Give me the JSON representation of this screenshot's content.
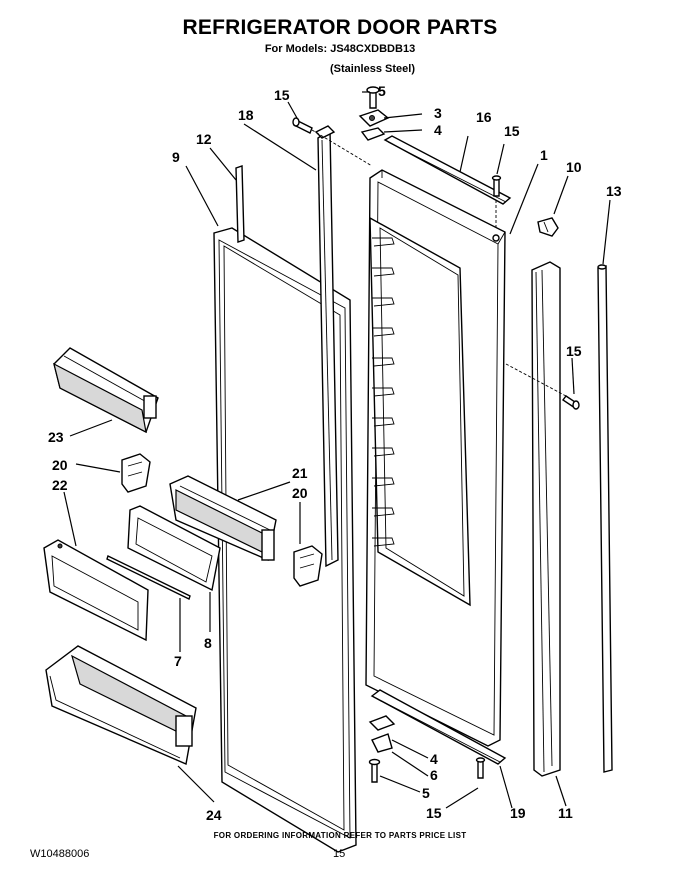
{
  "header": {
    "title": "REFRIGERATOR DOOR PARTS",
    "models_line": "For Models: JS48CXDBDB13",
    "variant": "(Stainless Steel)"
  },
  "footer": {
    "ordering_note": "FOR ORDERING INFORMATION REFER TO PARTS PRICE LIST",
    "document_id": "W10488006",
    "page_number": "15"
  },
  "callouts": {
    "c1": "1",
    "c3": "3",
    "c4_top": "4",
    "c4_bottom": "4",
    "c5_top": "5",
    "c5_bottom": "5",
    "c6": "6",
    "c7": "7",
    "c8": "8",
    "c9": "9",
    "c10": "10",
    "c11": "11",
    "c12": "12",
    "c13": "13",
    "c15_a": "15",
    "c15_b": "15",
    "c15_c": "15",
    "c15_d": "15",
    "c16": "16",
    "c18": "18",
    "c19": "19",
    "c20_a": "20",
    "c20_b": "20",
    "c21": "21",
    "c22": "22",
    "c23": "23",
    "c24": "24"
  }
}
